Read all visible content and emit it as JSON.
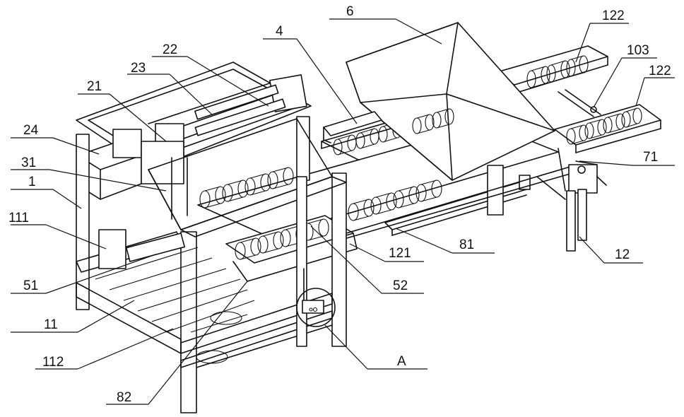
{
  "labels": {
    "l6": "6",
    "l122a": "122",
    "l22": "22",
    "l4": "4",
    "l103": "103",
    "l23": "23",
    "l122b": "122",
    "l21": "21",
    "l24": "24",
    "l71": "71",
    "l31": "31",
    "l1": "1",
    "l111": "111",
    "l81": "81",
    "l12": "12",
    "l121": "121",
    "l51": "51",
    "l52": "52",
    "l11": "11",
    "l112": "112",
    "lA": "A",
    "l82": "82"
  }
}
